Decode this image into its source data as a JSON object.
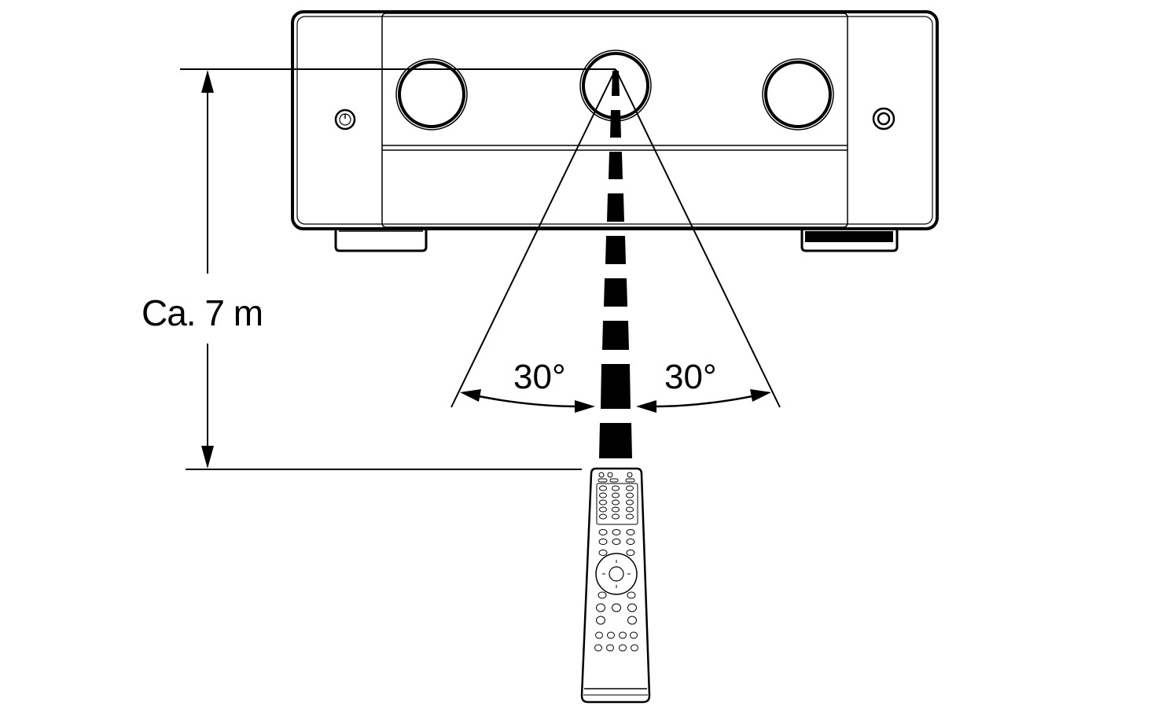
{
  "diagram": {
    "distance_label": "Ca. 7 m",
    "left_angle_label": "30°",
    "right_angle_label": "30°",
    "colors": {
      "line": "#000000",
      "background": "#ffffff"
    }
  }
}
